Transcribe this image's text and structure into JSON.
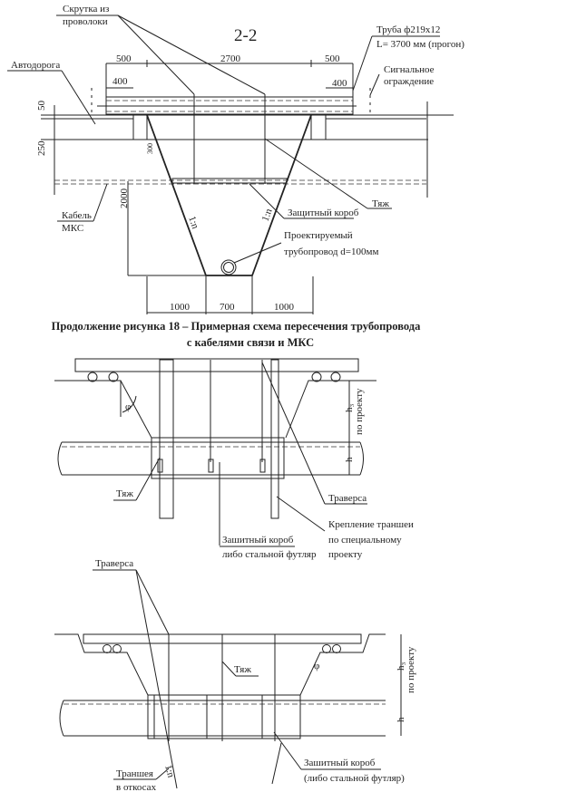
{
  "section_a": {
    "title": "2-2",
    "label_wire_twist": [
      "Скрутка из",
      "проволоки"
    ],
    "label_pipe": [
      "Труба ф219х12",
      "L= 3700 мм (прогон)"
    ],
    "label_road": "Автодорога",
    "label_fence": [
      "Сигнальное",
      "ограждение"
    ],
    "label_tie": "Тяж",
    "label_box": "Защитный короб",
    "label_cable": [
      "Кабель",
      "МКС"
    ],
    "label_pipeline": [
      "Проектируемый",
      "трубопровод d=100мм"
    ],
    "slope": "1:n",
    "dims_top": [
      "500",
      "2700",
      "500"
    ],
    "dims_inner": [
      "400",
      "400"
    ],
    "dims_side": [
      "50",
      "250",
      "300",
      "2000"
    ],
    "dims_bottom": [
      "1000",
      "700",
      "1000"
    ]
  },
  "caption": [
    "Продолжение рисунка 18 – Примерная схема пересечения трубопровода",
    "с кабелями связи и МКС"
  ],
  "section_b": {
    "label_tie": "Тяж",
    "label_traverse": "Траверса",
    "label_support": [
      "Крепление траншеи",
      "по специальному",
      "проекту"
    ],
    "label_box": [
      "Зашитный короб",
      "либо стальной футляр"
    ],
    "h3": "h₃",
    "per_project": "по проекту",
    "h": "h",
    "phi": "φ"
  },
  "section_c": {
    "label_traverse": "Траверса",
    "label_tie": "Тяж",
    "label_trench": [
      "Траншея",
      "в откосах"
    ],
    "label_box": [
      "Зашитный короб",
      "(либо стальной футляр)"
    ],
    "slope": "1:n",
    "h3": "h₃",
    "per_project": "по проекту",
    "h": "h",
    "phi": "φ"
  }
}
